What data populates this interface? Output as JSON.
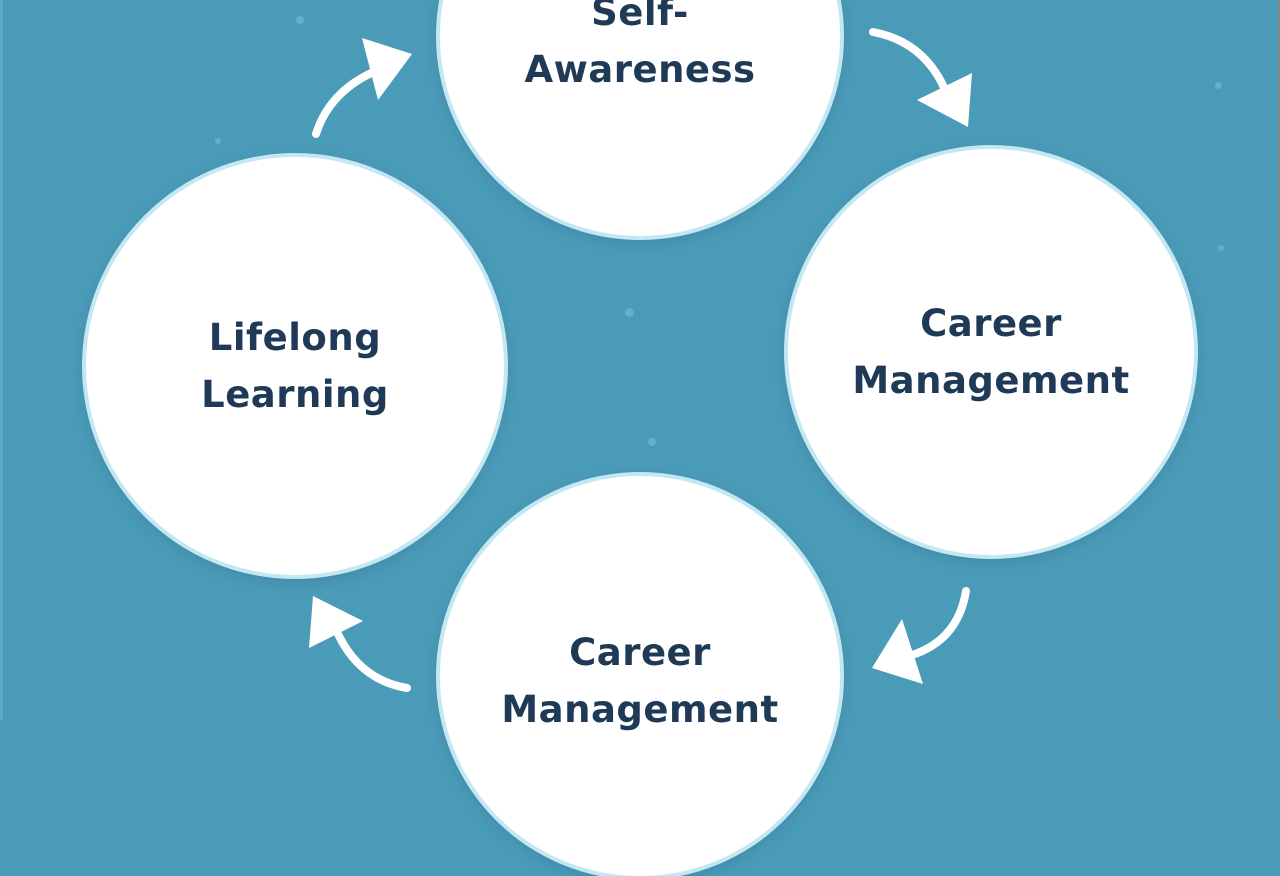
{
  "diagram": {
    "type": "cycle",
    "background_color": "#4a9bb8",
    "node_fill": "#ffffff",
    "node_ring_color": "#c4e8f3",
    "text_color": "#1f3a57",
    "arrow_color": "#ffffff",
    "nodes": [
      {
        "id": "top",
        "label": "Self-\nAwareness"
      },
      {
        "id": "right",
        "label": "Career\nManagement"
      },
      {
        "id": "bottom",
        "label": "Career\nManagement"
      },
      {
        "id": "left",
        "label": "Lifelong\nLearning"
      }
    ],
    "arrows": [
      {
        "from": "left",
        "to": "top",
        "icon": "curved-arrow-up-right-icon"
      },
      {
        "from": "top",
        "to": "right",
        "icon": "curved-arrow-down-right-icon"
      },
      {
        "from": "right",
        "to": "bottom",
        "icon": "curved-arrow-down-left-icon"
      },
      {
        "from": "bottom",
        "to": "left",
        "icon": "curved-arrow-up-left-icon"
      }
    ]
  }
}
